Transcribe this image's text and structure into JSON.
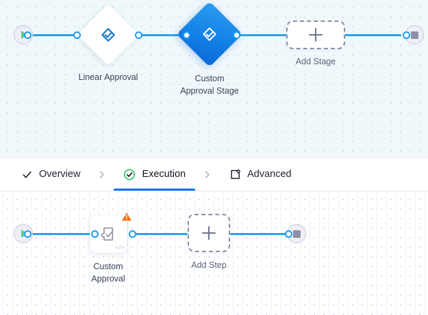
{
  "stage_canvas": {
    "name": "stage-flow-canvas",
    "background_color": "#f0f8fb",
    "edge_color": "#29a3e8",
    "start_node": {
      "icon": "play-icon",
      "label": "Start"
    },
    "end_node": {
      "icon": "stop-icon",
      "label": "End"
    },
    "nodes": [
      {
        "id": "linear-approval",
        "label": "Linear Approval",
        "icon": "approval-diamond-check-icon",
        "shape": "diamond",
        "selected": false,
        "fill": "#ffffff"
      },
      {
        "id": "custom-approval-stage",
        "label": "Custom\nApproval Stage",
        "icon": "approval-diamond-check-icon",
        "shape": "diamond",
        "selected": true,
        "fill": "#1585e8"
      }
    ],
    "add_placeholder": {
      "label": "Add Stage",
      "icon": "plus-icon"
    }
  },
  "tabs": {
    "name": "stage-detail-tabs",
    "separator_icon": "chevron-right-icon",
    "active_index": 1,
    "items": [
      {
        "label": "Overview",
        "icon": "check-icon",
        "active": false
      },
      {
        "label": "Execution",
        "icon": "check-circle-icon",
        "active": true
      },
      {
        "label": "Advanced",
        "icon": "settings-page-icon",
        "active": false
      }
    ],
    "active_underline_color": "#0d6efd",
    "check_circle_color": "#22c55e"
  },
  "step_canvas": {
    "name": "step-flow-canvas",
    "background_color": "#ffffff",
    "edge_color": "#29a3e8",
    "start_node": {
      "icon": "play-icon",
      "label": "Start"
    },
    "end_node": {
      "icon": "stop-icon",
      "label": "End"
    },
    "nodes": [
      {
        "id": "custom-approval",
        "label": "Custom\nApproval",
        "icon": "puzzle-check-icon",
        "shape": "rounded-square",
        "badge": "warning-triangle-icon",
        "badge_color": "#f97316",
        "corner_badge": "</>"
      }
    ],
    "add_placeholder": {
      "label": "Add Step",
      "icon": "plus-icon"
    }
  }
}
